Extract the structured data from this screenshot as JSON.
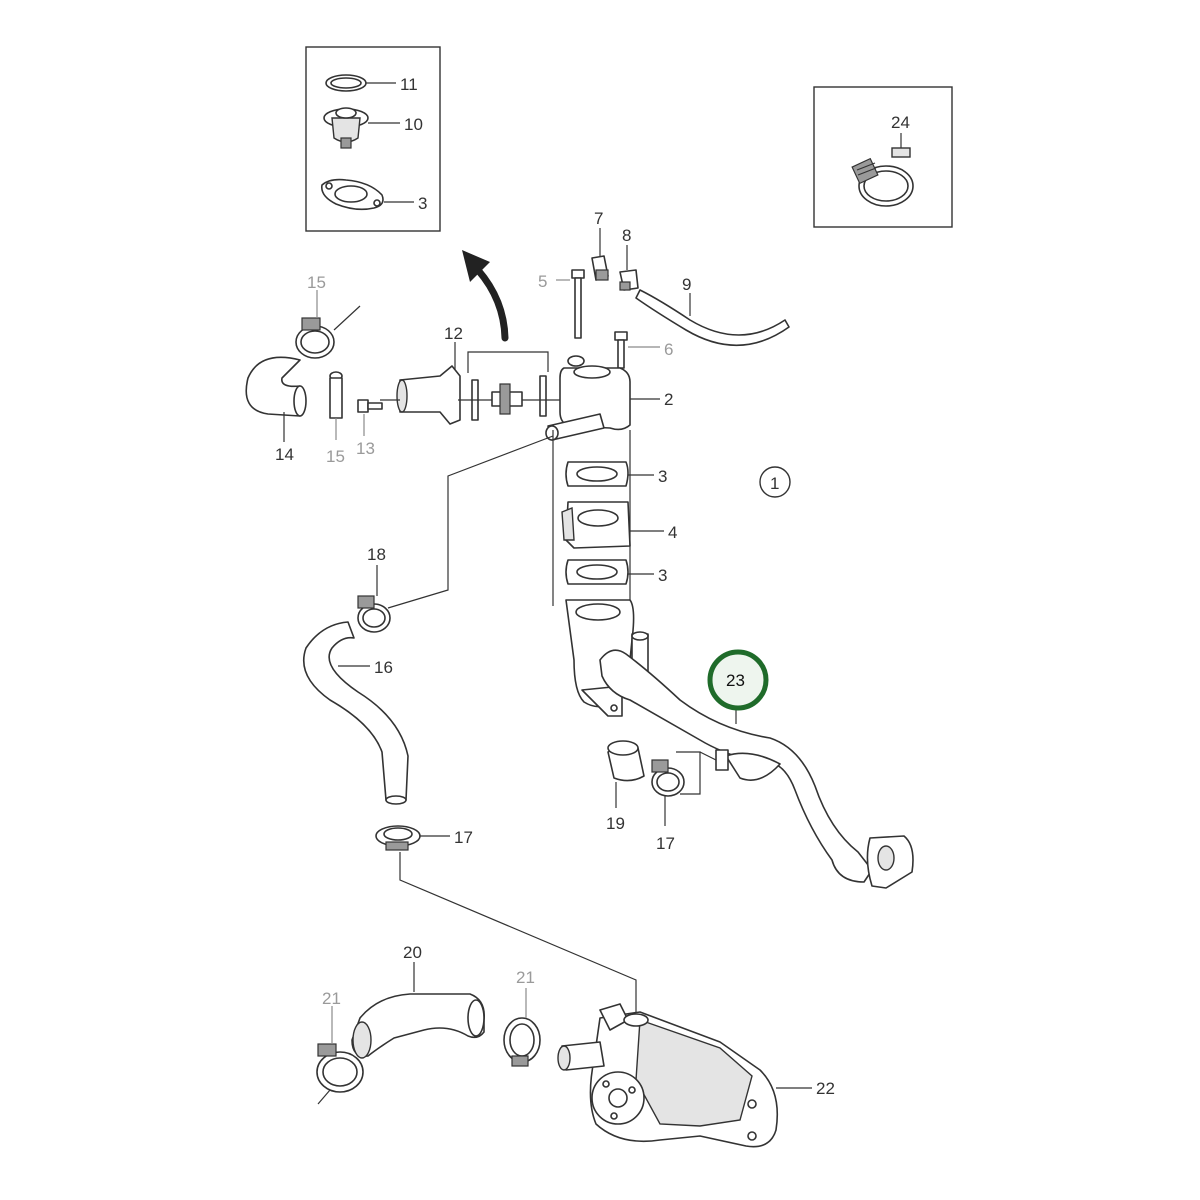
{
  "diagram": {
    "callouts": {
      "c1": "1",
      "c2": "2",
      "c3_inset": "3",
      "c3_upper": "3",
      "c3_lower": "3",
      "c4": "4",
      "c5": "5",
      "c6": "6",
      "c7": "7",
      "c8": "8",
      "c9": "9",
      "c10": "10",
      "c11": "11",
      "c12": "12",
      "c13": "13",
      "c14": "14",
      "c15_top": "15",
      "c15_bottom": "15",
      "c16": "16",
      "c17_left": "17",
      "c17_right": "17",
      "c18": "18",
      "c19": "19",
      "c20": "20",
      "c21_left": "21",
      "c21_mid": "21",
      "c22": "22",
      "c23": "23",
      "c24": "24"
    },
    "colors": {
      "line": "#333333",
      "faded_label": "#9a9a9a",
      "highlight_ring": "#1f6b2a",
      "highlight_fill": "#eef5ee"
    },
    "highlighted_part": "23"
  }
}
